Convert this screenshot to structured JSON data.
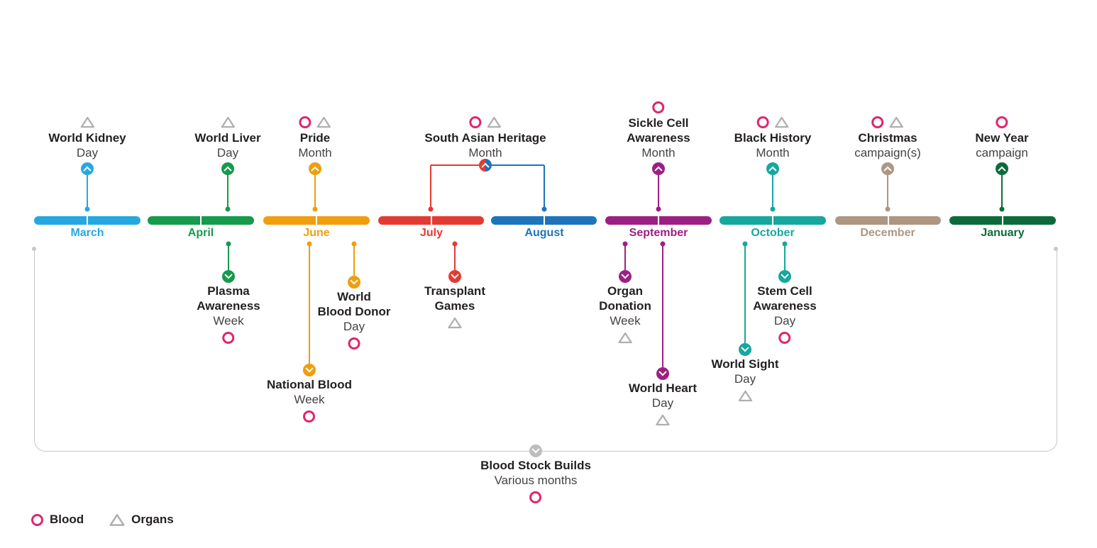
{
  "colors": {
    "march": "#25A8E0",
    "april": "#169A4C",
    "june": "#F09E0C",
    "july": "#E33B32",
    "august": "#1D74BA",
    "september": "#9C2084",
    "october": "#16A79F",
    "december": "#AE9683",
    "january": "#0C6B3B",
    "blood": "#E0246F",
    "organs": "#AFAFB2",
    "bracket": "#C7C7C9",
    "bracket-node": "#BDBDBF",
    "title": "#231F20",
    "subtitle": "#454243"
  },
  "months": [
    {
      "label": "March"
    },
    {
      "label": "April"
    },
    {
      "label": "June"
    },
    {
      "label": "July"
    },
    {
      "label": "August"
    },
    {
      "label": "September"
    },
    {
      "label": "October"
    },
    {
      "label": "December"
    },
    {
      "label": "January"
    }
  ],
  "events_above": [
    {
      "title": "World Kidney",
      "subtitle": "Day",
      "types": [
        "organs"
      ],
      "month": "March"
    },
    {
      "title": "World Liver",
      "subtitle": "Day",
      "types": [
        "organs"
      ],
      "month": "April"
    },
    {
      "title": "Pride",
      "subtitle": "Month",
      "types": [
        "blood",
        "organs"
      ],
      "month": "June"
    },
    {
      "title": "South Asian Heritage",
      "subtitle": "Month",
      "types": [
        "blood",
        "organs"
      ],
      "month": "July-August"
    },
    {
      "title": "Sickle Cell\nAwareness",
      "subtitle": "Month",
      "types": [
        "blood"
      ],
      "month": "September"
    },
    {
      "title": "Black History",
      "subtitle": "Month",
      "types": [
        "blood",
        "organs"
      ],
      "month": "October"
    },
    {
      "title": "Christmas",
      "subtitle": "campaign(s)",
      "types": [
        "blood",
        "organs"
      ],
      "month": "December"
    },
    {
      "title": "New Year",
      "subtitle": "campaign",
      "types": [
        "blood"
      ],
      "month": "January"
    }
  ],
  "events_below": [
    {
      "title": "Plasma\nAwareness",
      "subtitle": "Week",
      "types": [
        "blood"
      ],
      "month": "April"
    },
    {
      "title": "National Blood",
      "subtitle": "Week",
      "types": [
        "blood"
      ],
      "month": "June"
    },
    {
      "title": "World\nBlood Donor",
      "subtitle": "Day",
      "types": [
        "blood"
      ],
      "month": "June"
    },
    {
      "title": "Transplant\nGames",
      "subtitle": "",
      "types": [
        "organs"
      ],
      "month": "July"
    },
    {
      "title": "Organ\nDonation",
      "subtitle": "Week",
      "types": [
        "organs"
      ],
      "month": "September"
    },
    {
      "title": "World Heart",
      "subtitle": "Day",
      "types": [
        "organs"
      ],
      "month": "September"
    },
    {
      "title": "World Sight",
      "subtitle": "Day",
      "types": [
        "organs"
      ],
      "month": "October"
    },
    {
      "title": "Stem Cell\nAwareness",
      "subtitle": "Day",
      "types": [
        "blood"
      ],
      "month": "October"
    }
  ],
  "bottom_event": {
    "title": "Blood Stock Builds",
    "subtitle": "Various months",
    "types": [
      "blood"
    ],
    "month": "Various months"
  },
  "legend": {
    "blood_label": "Blood",
    "organs_label": "Organs"
  }
}
